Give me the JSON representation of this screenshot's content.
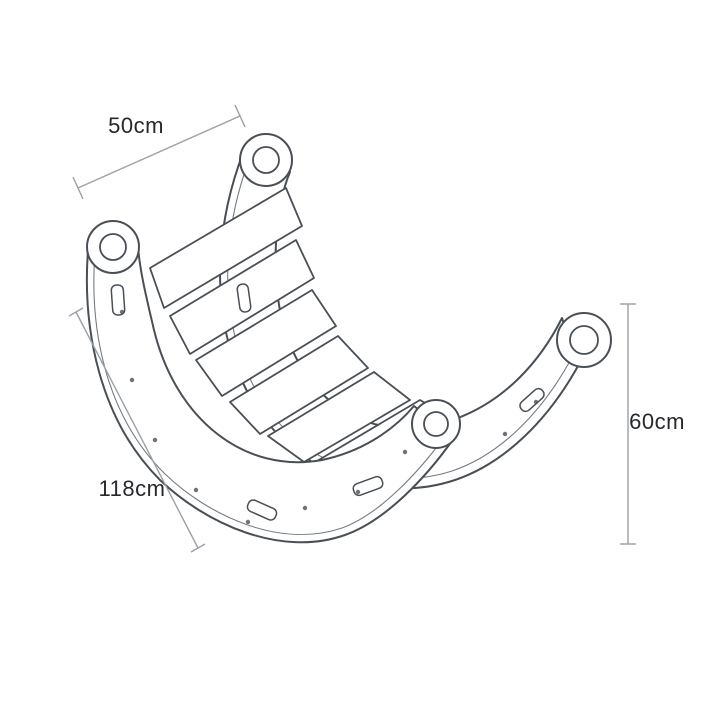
{
  "page": {
    "background_color": "#ffffff"
  },
  "drawing": {
    "subject": "wooden-rocker-arch-line-drawing",
    "line_color": "#4a4f55",
    "dimension_line_color": "#9aa0a6",
    "label_color": "#26282b"
  },
  "dimensions": {
    "width": {
      "label": "50cm"
    },
    "length": {
      "label": "118cm"
    },
    "height": {
      "label": "60cm"
    }
  }
}
